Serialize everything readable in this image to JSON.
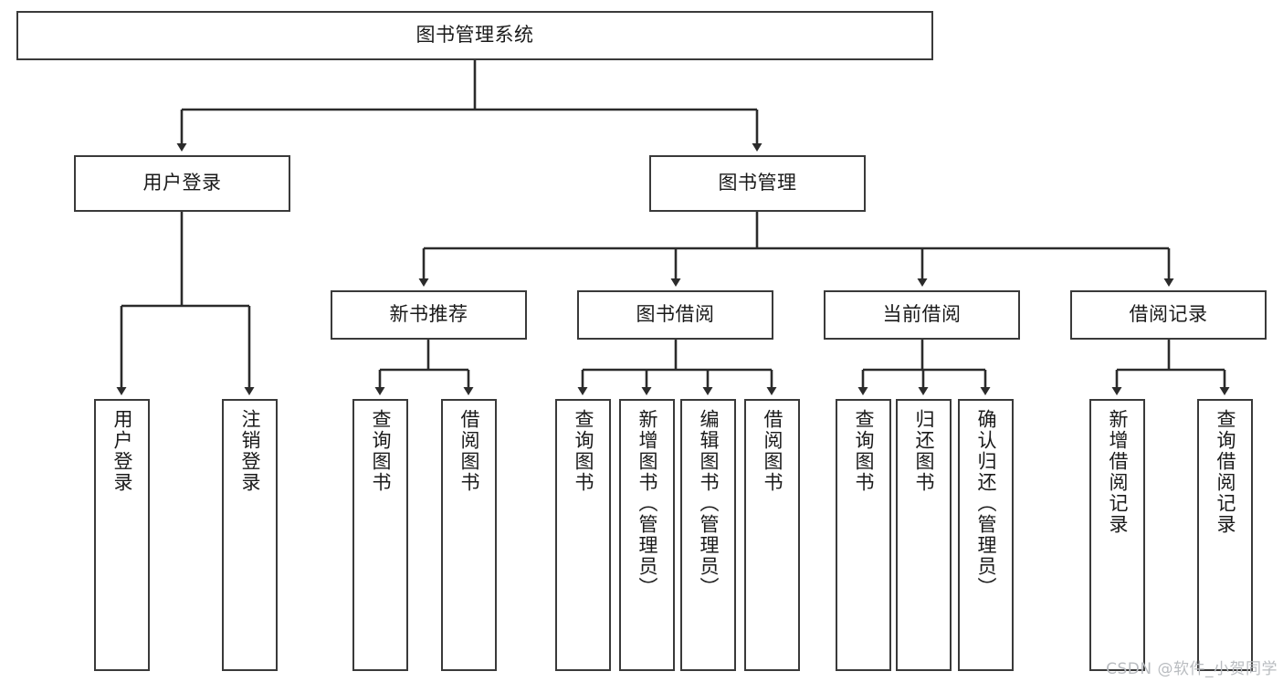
{
  "diagram": {
    "title": "图书管理系统",
    "type": "tree-hierarchy-chart",
    "orientation": "top-down",
    "line_color": "#3a3a3a",
    "box_fill": "#ffffff",
    "text_color": "#1a1a1a"
  },
  "nodes": {
    "root": {
      "label": "图书管理系统"
    },
    "level2": [
      {
        "id": "user-login",
        "label": "用户登录"
      },
      {
        "id": "book-manage",
        "label": "图书管理"
      }
    ],
    "level3": [
      {
        "id": "new-book-recommend",
        "label": "新书推荐"
      },
      {
        "id": "book-borrow",
        "label": "图书借阅"
      },
      {
        "id": "current-borrow",
        "label": "当前借阅"
      },
      {
        "id": "borrow-record",
        "label": "借阅记录"
      }
    ],
    "leaves": {
      "user_login": [
        {
          "id": "leaf-user-login",
          "label": "用户登录"
        },
        {
          "id": "leaf-logout-login",
          "label": "注销登录"
        }
      ],
      "new_book_recommend": [
        {
          "id": "leaf-query-book-1",
          "label": "查询图书"
        },
        {
          "id": "leaf-borrow-book-1",
          "label": "借阅图书"
        }
      ],
      "book_borrow": [
        {
          "id": "leaf-query-book-2",
          "label": "查询图书"
        },
        {
          "id": "leaf-add-book",
          "label": "新增图书（管理员）"
        },
        {
          "id": "leaf-edit-book",
          "label": "编辑图书（管理员）"
        },
        {
          "id": "leaf-borrow-book-2",
          "label": "借阅图书"
        }
      ],
      "current_borrow": [
        {
          "id": "leaf-query-book-3",
          "label": "查询图书"
        },
        {
          "id": "leaf-return-book",
          "label": "归还图书"
        },
        {
          "id": "leaf-confirm-return",
          "label": "确认归还（管理员）"
        }
      ],
      "borrow_record": [
        {
          "id": "leaf-add-record",
          "label": "新增借阅记录"
        },
        {
          "id": "leaf-query-record",
          "label": "查询借阅记录"
        }
      ]
    }
  },
  "watermark": {
    "text": "CSDN @软件_小贺同学"
  }
}
